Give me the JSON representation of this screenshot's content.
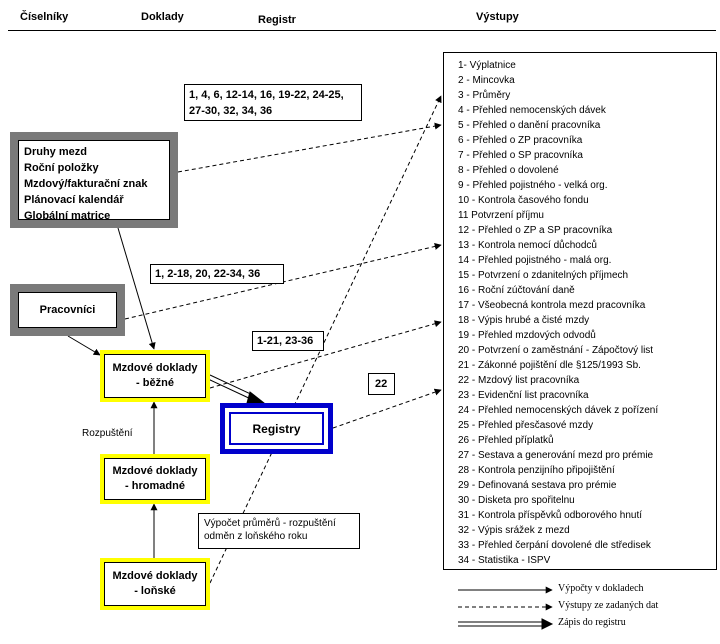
{
  "header": {
    "ciselniky": "Číselníky",
    "doklady": "Doklady",
    "registr": "Registr",
    "vystupy": "Výstupy"
  },
  "codelists": {
    "items": [
      "Druhy mezd",
      "Roční položky",
      "Mzdový/fakturační znak",
      "Plánovací kalendář",
      "Globální matrice"
    ]
  },
  "workers": {
    "label": "Pracovníci"
  },
  "docs": {
    "current": [
      "Mzdové doklady",
      "- běžné"
    ],
    "bulk": [
      "Mzdové doklady",
      "- hromadné"
    ],
    "lastyear": [
      "Mzdové doklady",
      "- loňské"
    ]
  },
  "registry": {
    "label": "Registry"
  },
  "labels": {
    "codelist_outputs": [
      "1, 4, 6, 12-14, 16, 19-22, 24-25,",
      "27-30, 32, 34, 36"
    ],
    "worker_outputs": "1, 2-18, 20, 22-34, 36",
    "docs_outputs": "1-21, 23-36",
    "registry_outputs": "22",
    "rozpusteni": "Rozpuštění",
    "prumery_note": [
      "Výpočet průměrů - rozpuštění",
      "odměn z loňského roku"
    ]
  },
  "outputs": [
    "1- Výplatnice",
    "2 - Mincovka",
    "3 - Průměry",
    "4 - Přehled nemocenských dávek",
    "5 - Přehled o danění pracovníka",
    "6 - Přehled o ZP pracovníka",
    "7 - Přehled o SP pracovníka",
    "8 - Přehled o dovolené",
    "9 - Přehled pojistného -  velká org.",
    "10 - Kontrola časového fondu",
    "11  Potvrzení příjmu",
    "12 - Přehled o ZP a SP pracovníka",
    "13 - Kontrola nemocí důchodců",
    "14 - Přehled pojistného - malá org.",
    "15 - Potvrzení o zdanitelných příjmech",
    "16 - Roční zúčtování daně",
    "17 - Všeobecná kontrola mezd pracovníka",
    "18 - Výpis hrubé a čisté mzdy",
    "19 - Přehled mzdových odvodů",
    "20 - Potvrzení o zaměstnání - Zápočtový list",
    "21 - Zákonné pojištění dle §125/1993 Sb.",
    "22 - Mzdový list pracovníka",
    "23 - Evidenční list pracovníka",
    "24 - Přehled nemocenských dávek z pořízení",
    "25 - Přehled přesčasové mzdy",
    "26 - Přehled příplatků",
    "27 - Sestava a generování mezd pro prémie",
    "28 - Kontrola penzijního připojištění",
    "29 - Definovaná sestava pro prémie",
    "30 - Disketa pro spořitelnu",
    "31 - Kontrola příspěvků odborového hnutí",
    "32 - Výpis srážek z mezd",
    "33 - Přehled čerpání dovolené dle středisek",
    "34 - Statistika - ISPV"
  ],
  "legend": {
    "solid": "Výpočty v dokladech",
    "dashed": "Výstupy ze zadaných dat",
    "double": "Zápis do registru"
  }
}
